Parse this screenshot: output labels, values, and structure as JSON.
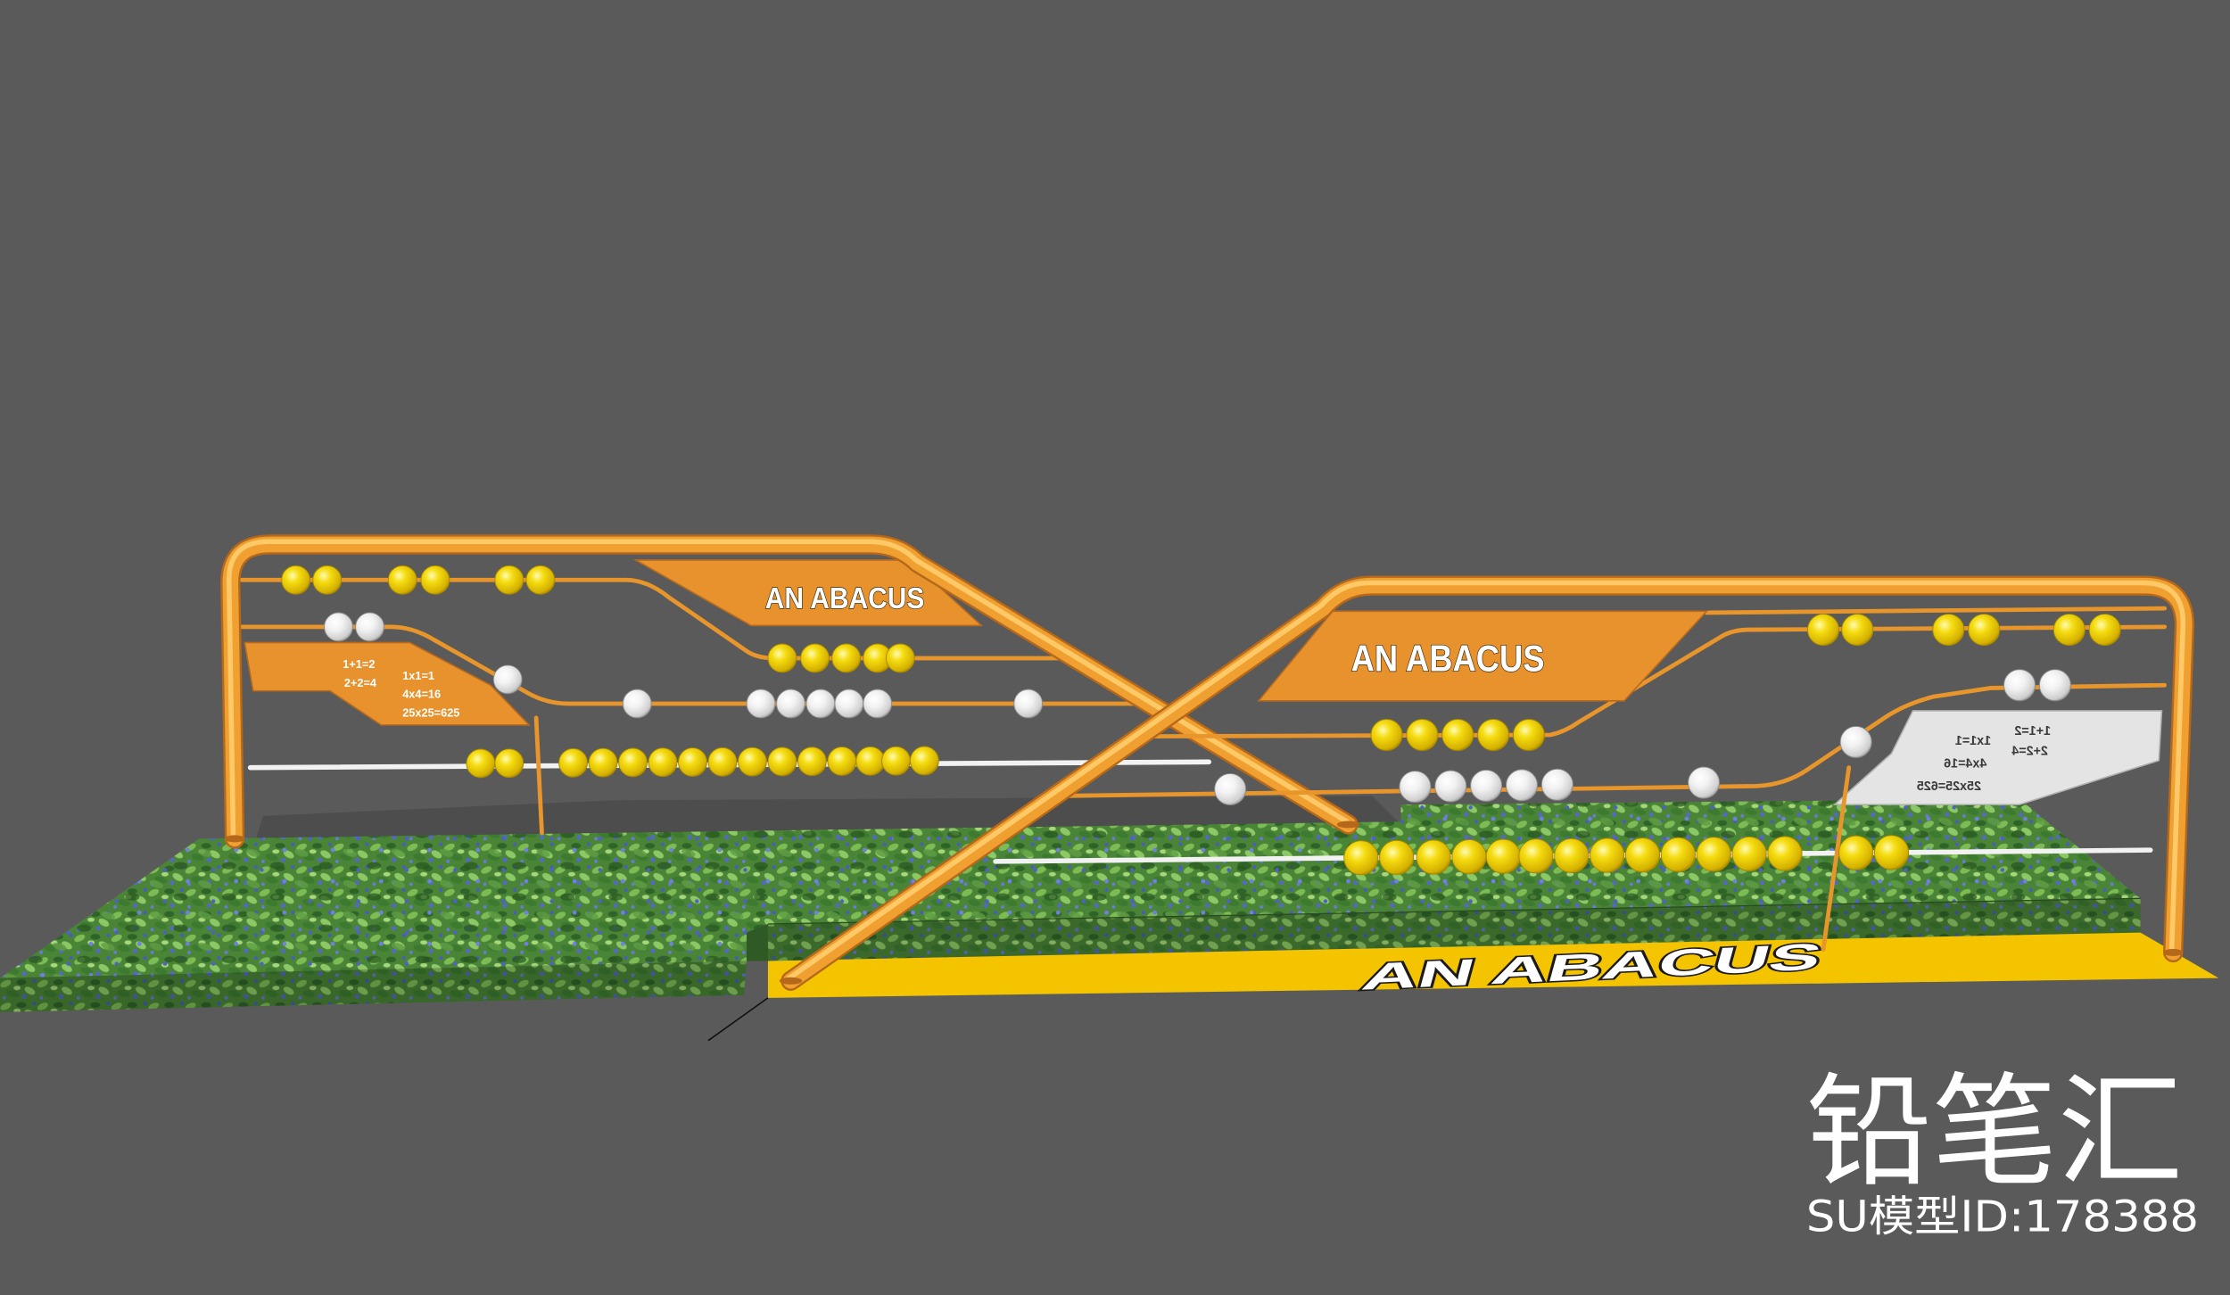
{
  "signs": {
    "left_panel_title": "AN ABACUS",
    "right_panel_title": "AN ABACUS",
    "base_title": "AN ABACUS"
  },
  "left_formulas": {
    "sum_1": "1+1=2",
    "sum_2": "2+2=4",
    "product_1": "1x1=1",
    "product_2": "4x4=16",
    "product_3": "25x25=625"
  },
  "right_formulas_mirrored": {
    "sum_1": "1+1=2",
    "sum_2": "2+2=4",
    "product_1": "1x1=1",
    "product_2": "4x4=16",
    "product_3": "25x25=625"
  },
  "watermark": {
    "brand": "铅笔汇",
    "model_id": "SU模型ID:178388"
  },
  "colors": {
    "background": "#5a5a5a",
    "frame_orange": "#f0a030",
    "sign_orange": "#e8922e",
    "base_yellow": "#f5c400",
    "bead_yellow": "#f5dc10",
    "bead_white": "#f2f2f2",
    "panel_white": "#e4e4e4"
  }
}
